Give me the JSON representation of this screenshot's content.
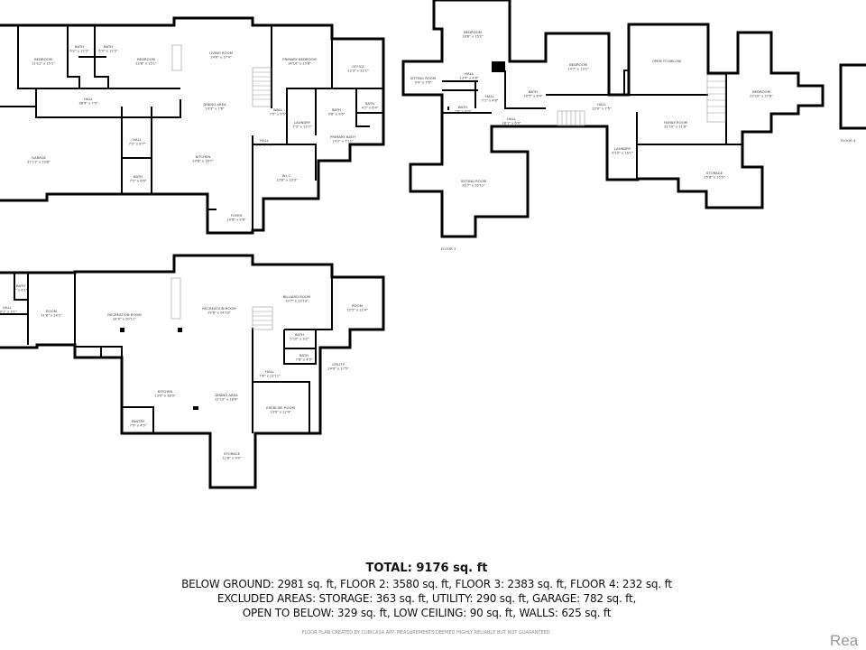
{
  "floors": [
    {
      "name": "floor-2",
      "rooms": [
        {
          "name": "BEDROOM",
          "dims": "11'11\" x 15'1\""
        },
        {
          "name": "BATH",
          "dims": "6'2\" x 12'3\""
        },
        {
          "name": "BATH",
          "dims": "6'0\" x 12'3\""
        },
        {
          "name": "BEDROOM",
          "dims": "12'8\" x 15'1\""
        },
        {
          "name": "LIVING ROOM",
          "dims": "24'6\" x 17'4\""
        },
        {
          "name": "PRIMARY BEDROOM",
          "dims": "14'10\" x 15'8\""
        },
        {
          "name": "OFFICE",
          "dims": "12'3\" x 12'1\""
        },
        {
          "name": "HALL",
          "dims": "38'9\" x 7'0\""
        },
        {
          "name": "DINING AREA",
          "dims": "19'3\" x 7'6\""
        },
        {
          "name": "WALL",
          "dims": "7'5\" x 9'5\""
        },
        {
          "name": "LAUNDRY",
          "dims": "7'3\" x 13'7\""
        },
        {
          "name": "BATH",
          "dims": "9'8\" x 9'5\""
        },
        {
          "name": "BATH",
          "dims": "4'2\" x 6'4\""
        },
        {
          "name": "PRIMARY BATH",
          "dims": "14'2\" x 7'11\""
        },
        {
          "name": "HALL",
          "dims": "7'2\" x 8'7\""
        },
        {
          "name": "GARAGE",
          "dims": "37'11\" x 23'8\""
        },
        {
          "name": "KITCHEN",
          "dims": "24'8\" x 16'7\""
        },
        {
          "name": "HALL",
          "dims": "8'1\" x 7'6\""
        },
        {
          "name": "BATH",
          "dims": "7'2\" x 6'6\""
        },
        {
          "name": "W.I.C.",
          "dims": "13'8\" x 13'3\""
        },
        {
          "name": "FOYER",
          "dims": "10'6\" x 9'8\""
        }
      ]
    },
    {
      "name": "floor-3",
      "label": "FLOOR 3",
      "rooms": [
        {
          "name": "BEDROOM",
          "dims": "18'8\" x 15'2\""
        },
        {
          "name": "SITTING ROOM",
          "dims": "9'4\" x 7'6\""
        },
        {
          "name": "HALL",
          "dims": "13'4\" x 4'8\""
        },
        {
          "name": "HALL",
          "dims": "7'1\" x 4'8\""
        },
        {
          "name": "BATH",
          "dims": "10'5\" x 8'4\""
        },
        {
          "name": "BATH",
          "dims": "7'6\" x 8'0\""
        },
        {
          "name": "HALL",
          "dims": "18'1\" x 6'0\""
        },
        {
          "name": "BEDROOM",
          "dims": "14'7\" x 13'1\""
        },
        {
          "name": "OPEN TO BELOW",
          "dims": ""
        },
        {
          "name": "HALL",
          "dims": "22'0\" x 7'5\""
        },
        {
          "name": "FAMILY ROOM",
          "dims": "21'10\" x 11'8\""
        },
        {
          "name": "BEDROOM",
          "dims": "23'10\" x 27'8\""
        },
        {
          "name": "LAUNDRY",
          "dims": "6'10\" x 16'1\""
        },
        {
          "name": "STORAGE",
          "dims": "25'8\" x 15'5\""
        },
        {
          "name": "SITTING ROOM",
          "dims": "26'7\" x 26'11\""
        }
      ]
    },
    {
      "name": "floor-4",
      "label": "FLOOR 4",
      "rooms": []
    },
    {
      "name": "below-ground",
      "rooms": [
        {
          "name": "BATH",
          "dims": "7' x 6'1\""
        },
        {
          "name": "HALL",
          "dims": "10'1\" x 3'1\""
        },
        {
          "name": "ROOM",
          "dims": "11'6\" x 18'2\""
        },
        {
          "name": "RECREATION ROOM",
          "dims": "24'9\" x 20'11\""
        },
        {
          "name": "RECREATION ROOM",
          "dims": "19'6\" x 24'10\""
        },
        {
          "name": "BILLIARD ROOM",
          "dims": "19'7\" x 13'10\""
        },
        {
          "name": "ROOM",
          "dims": "12'5\" x 12'4\""
        },
        {
          "name": "BATH",
          "dims": "5'10\" x 3'2\""
        },
        {
          "name": "BATH",
          "dims": "7'8\" x 4'9\""
        },
        {
          "name": "HALL",
          "dims": "7'8\" x 12'11\""
        },
        {
          "name": "UTILITY",
          "dims": "24'6\" x 17'5\""
        },
        {
          "name": "KITCHEN",
          "dims": "13'0\" x 18'9\""
        },
        {
          "name": "DINING AREA",
          "dims": "12'10\" x 18'9\""
        },
        {
          "name": "EXERCISE ROOM",
          "dims": "13'9\" x 12'4\""
        },
        {
          "name": "PANTRY",
          "dims": "7'5\" x 4'5\""
        },
        {
          "name": "STORAGE",
          "dims": "11'8\" x 9'0\""
        }
      ]
    }
  ],
  "summary": {
    "total": "TOTAL: 9176 sq. ft",
    "line1": "BELOW GROUND: 2981 sq. ft, FLOOR 2: 3580 sq. ft, FLOOR 3: 2383 sq. ft, FLOOR 4: 232 sq. ft",
    "line2": "EXCLUDED AREAS: STORAGE: 363 sq. ft, UTILITY: 290 sq. ft, GARAGE: 782 sq. ft,",
    "line3": "OPEN TO BELOW: 329 sq. ft, LOW CEILING: 90 sq. ft, WALLS: 625 sq. ft",
    "credit": "FLOOR PLAN CREATED BY CUBICASA APP. MEASUREMENTS DEEMED HIGHLY RELIABLE BUT NOT GUARANTEED."
  },
  "watermark": "Rea"
}
